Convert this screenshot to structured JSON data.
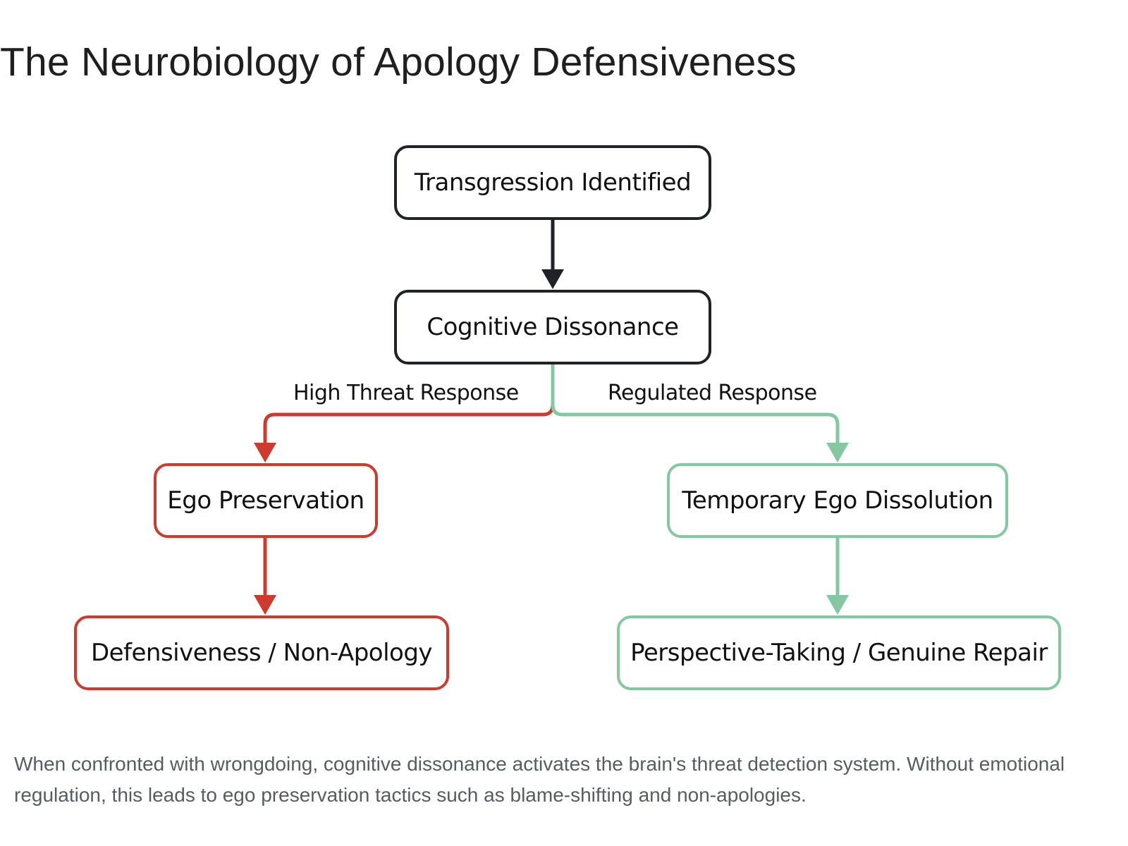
{
  "title": "The Neurobiology of Apology Defensiveness",
  "nodes": {
    "transgression": "Transgression Identified",
    "dissonance": "Cognitive Dissonance",
    "ego_preservation": "Ego Preservation",
    "ego_dissolution": "Temporary Ego Dissolution",
    "defensiveness": "Defensiveness / Non-Apology",
    "repair": "Perspective-Taking / Genuine Repair"
  },
  "edges": {
    "high_threat": "High Threat Response",
    "regulated": "Regulated Response"
  },
  "colors": {
    "neutral": "#1f2328",
    "threat": "#cc3b2e",
    "regulated": "#84c8a2"
  },
  "caption": "When confronted with wrongdoing, cognitive dissonance activates the brain's threat detection system. Without emotional regulation, this leads to ego preservation tactics such as blame-shifting and non-apologies."
}
